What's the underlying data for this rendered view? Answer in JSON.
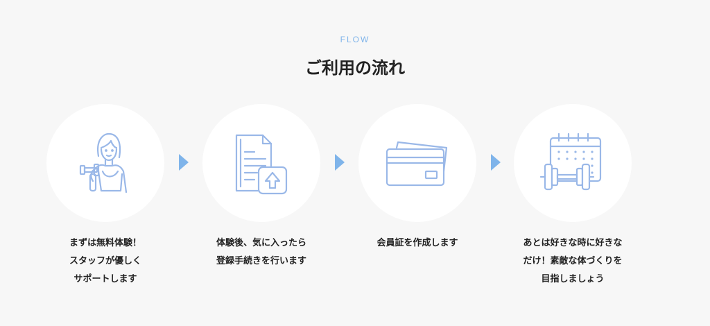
{
  "section": {
    "eyebrow": "FLOW",
    "title": "ご利用の流れ"
  },
  "steps": [
    {
      "icon": "trainer-with-dumbbell-icon",
      "lines": [
        "まずは無料体験！",
        "スタッフが優しく",
        "サポートします"
      ]
    },
    {
      "icon": "document-upload-icon",
      "lines": [
        "体験後、気に入ったら",
        "登録手続きを行います"
      ]
    },
    {
      "icon": "member-card-icon",
      "lines": [
        "会員証を作成します"
      ]
    },
    {
      "icon": "calendar-dumbbell-icon",
      "lines": [
        "あとは好きな時に好きな",
        "だけ！素敵な体づくりを",
        "目指しましょう"
      ]
    }
  ],
  "colors": {
    "accent": "#7fb4ea",
    "background": "#f7f7f7",
    "circle": "#ffffff",
    "icon_start": "#a9c4f0",
    "icon_end": "#8fb0dc"
  }
}
